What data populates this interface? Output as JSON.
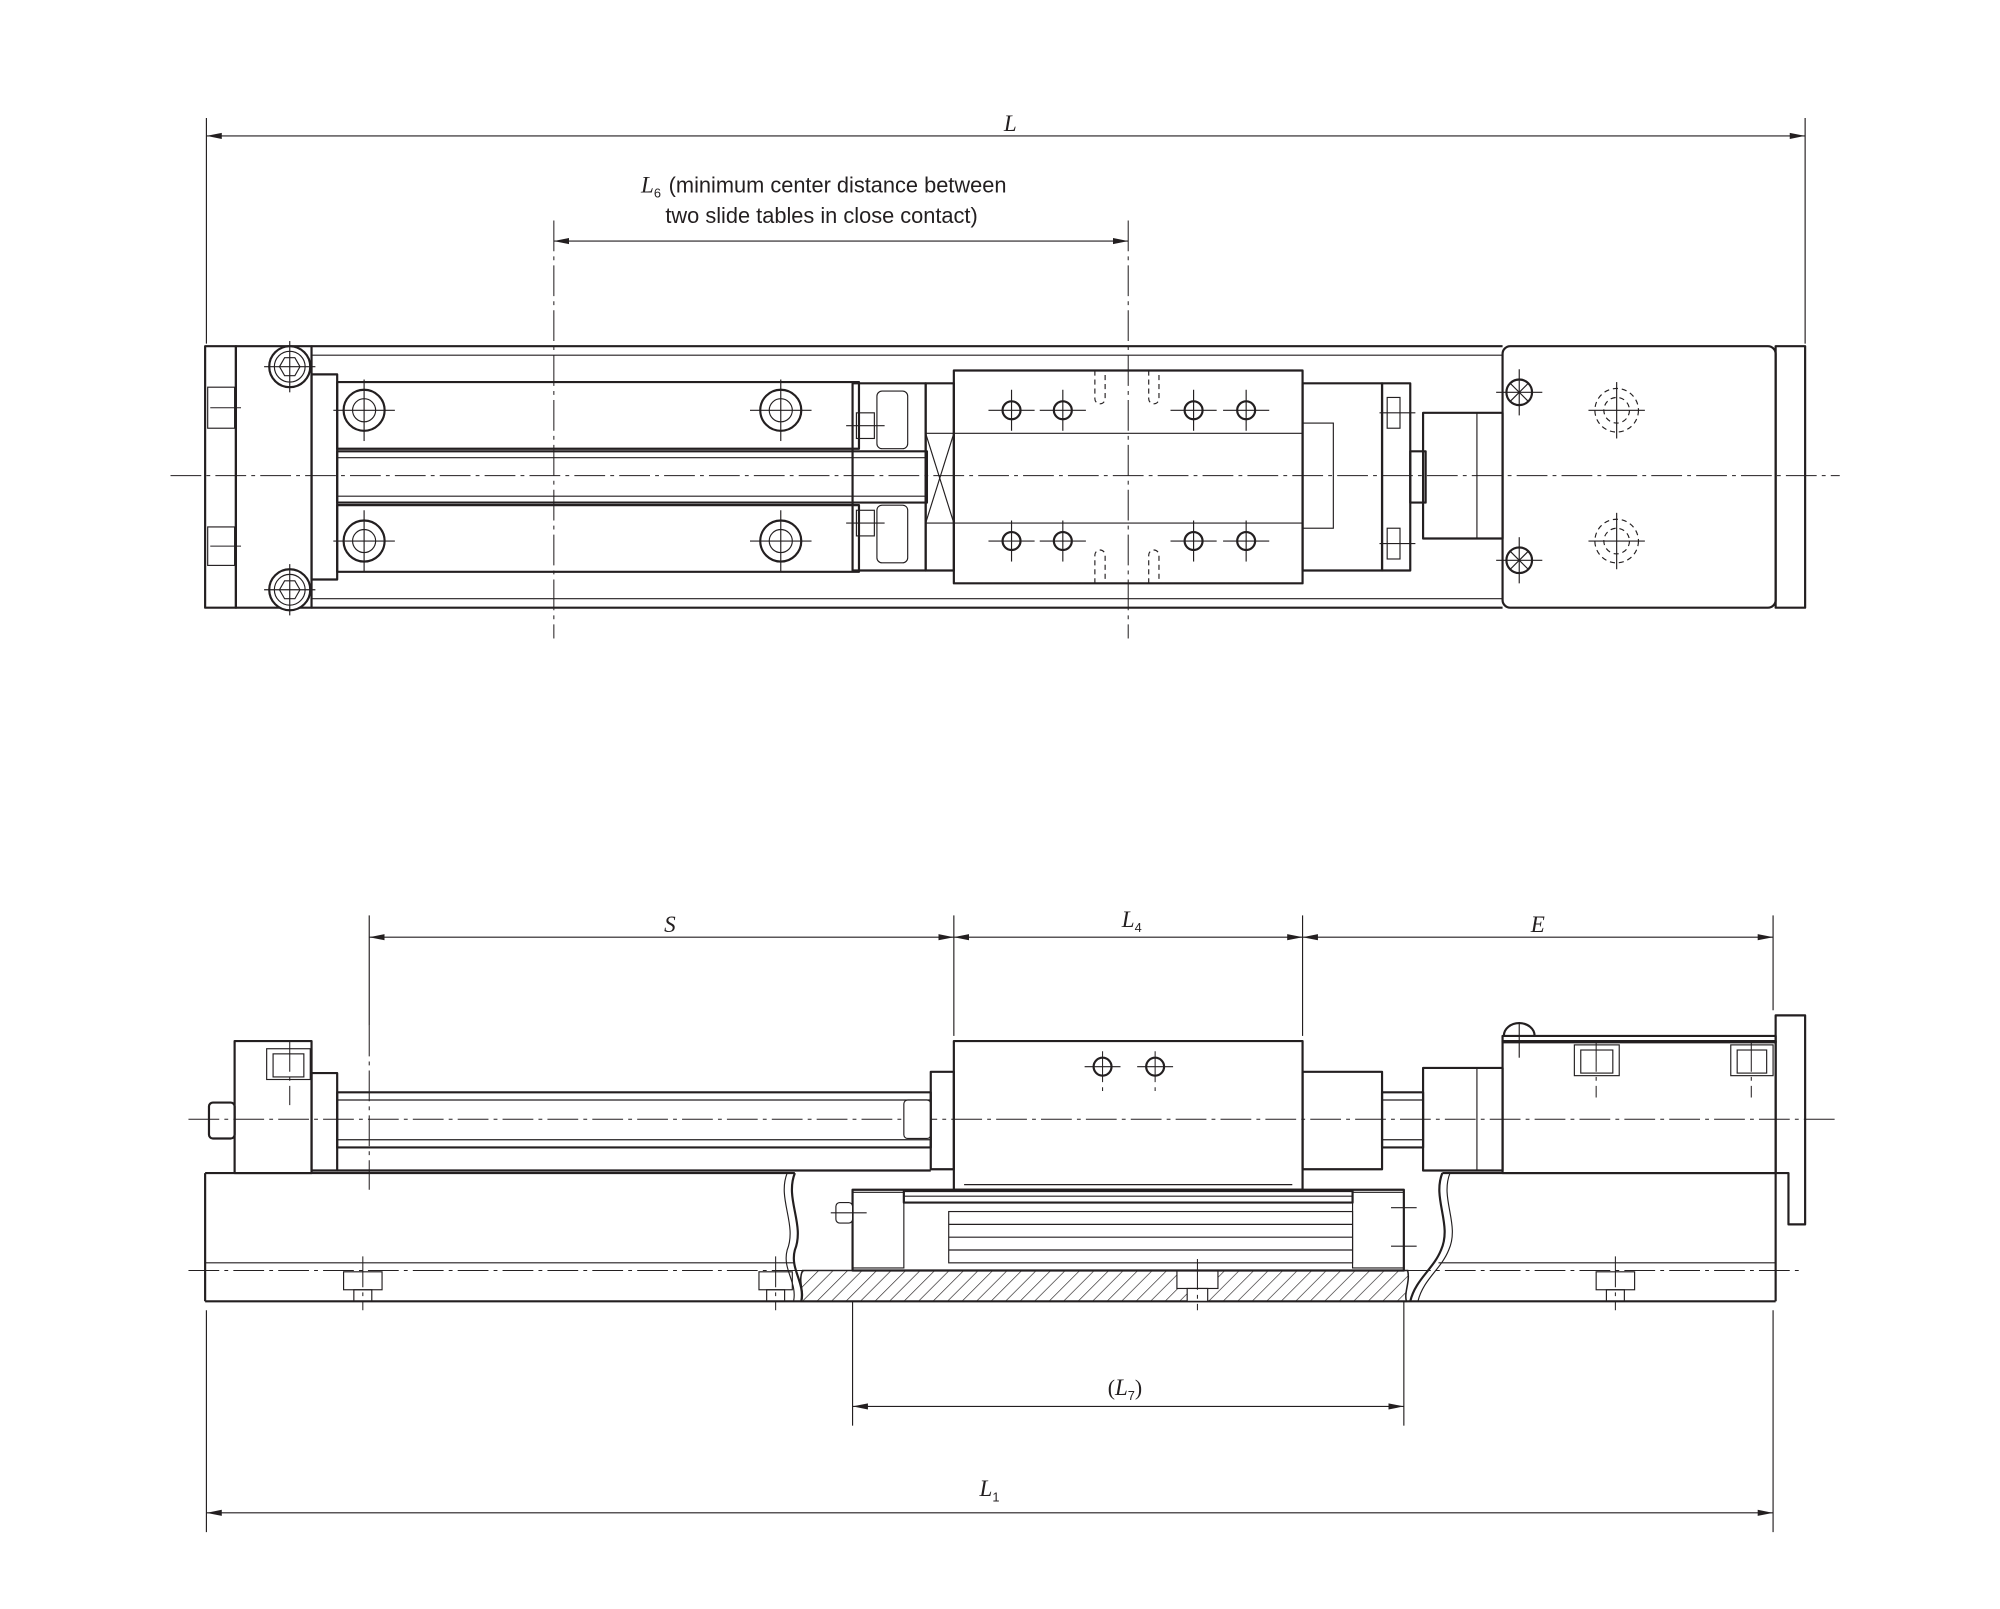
{
  "dimensions": {
    "L": {
      "symbol": "L"
    },
    "L6": {
      "symbol": "L",
      "sub": "6",
      "note_line1": "(minimum center distance between",
      "note_line2": "two slide tables in close contact)"
    },
    "S": {
      "symbol": "S"
    },
    "L4": {
      "symbol": "L",
      "sub": "4"
    },
    "E": {
      "symbol": "E"
    },
    "L7": {
      "open": "(",
      "symbol": "L",
      "sub": "7",
      "close": ")"
    },
    "L1": {
      "symbol": "L",
      "sub": "1"
    }
  },
  "colors": {
    "line": "#231f20",
    "background": "#ffffff"
  }
}
